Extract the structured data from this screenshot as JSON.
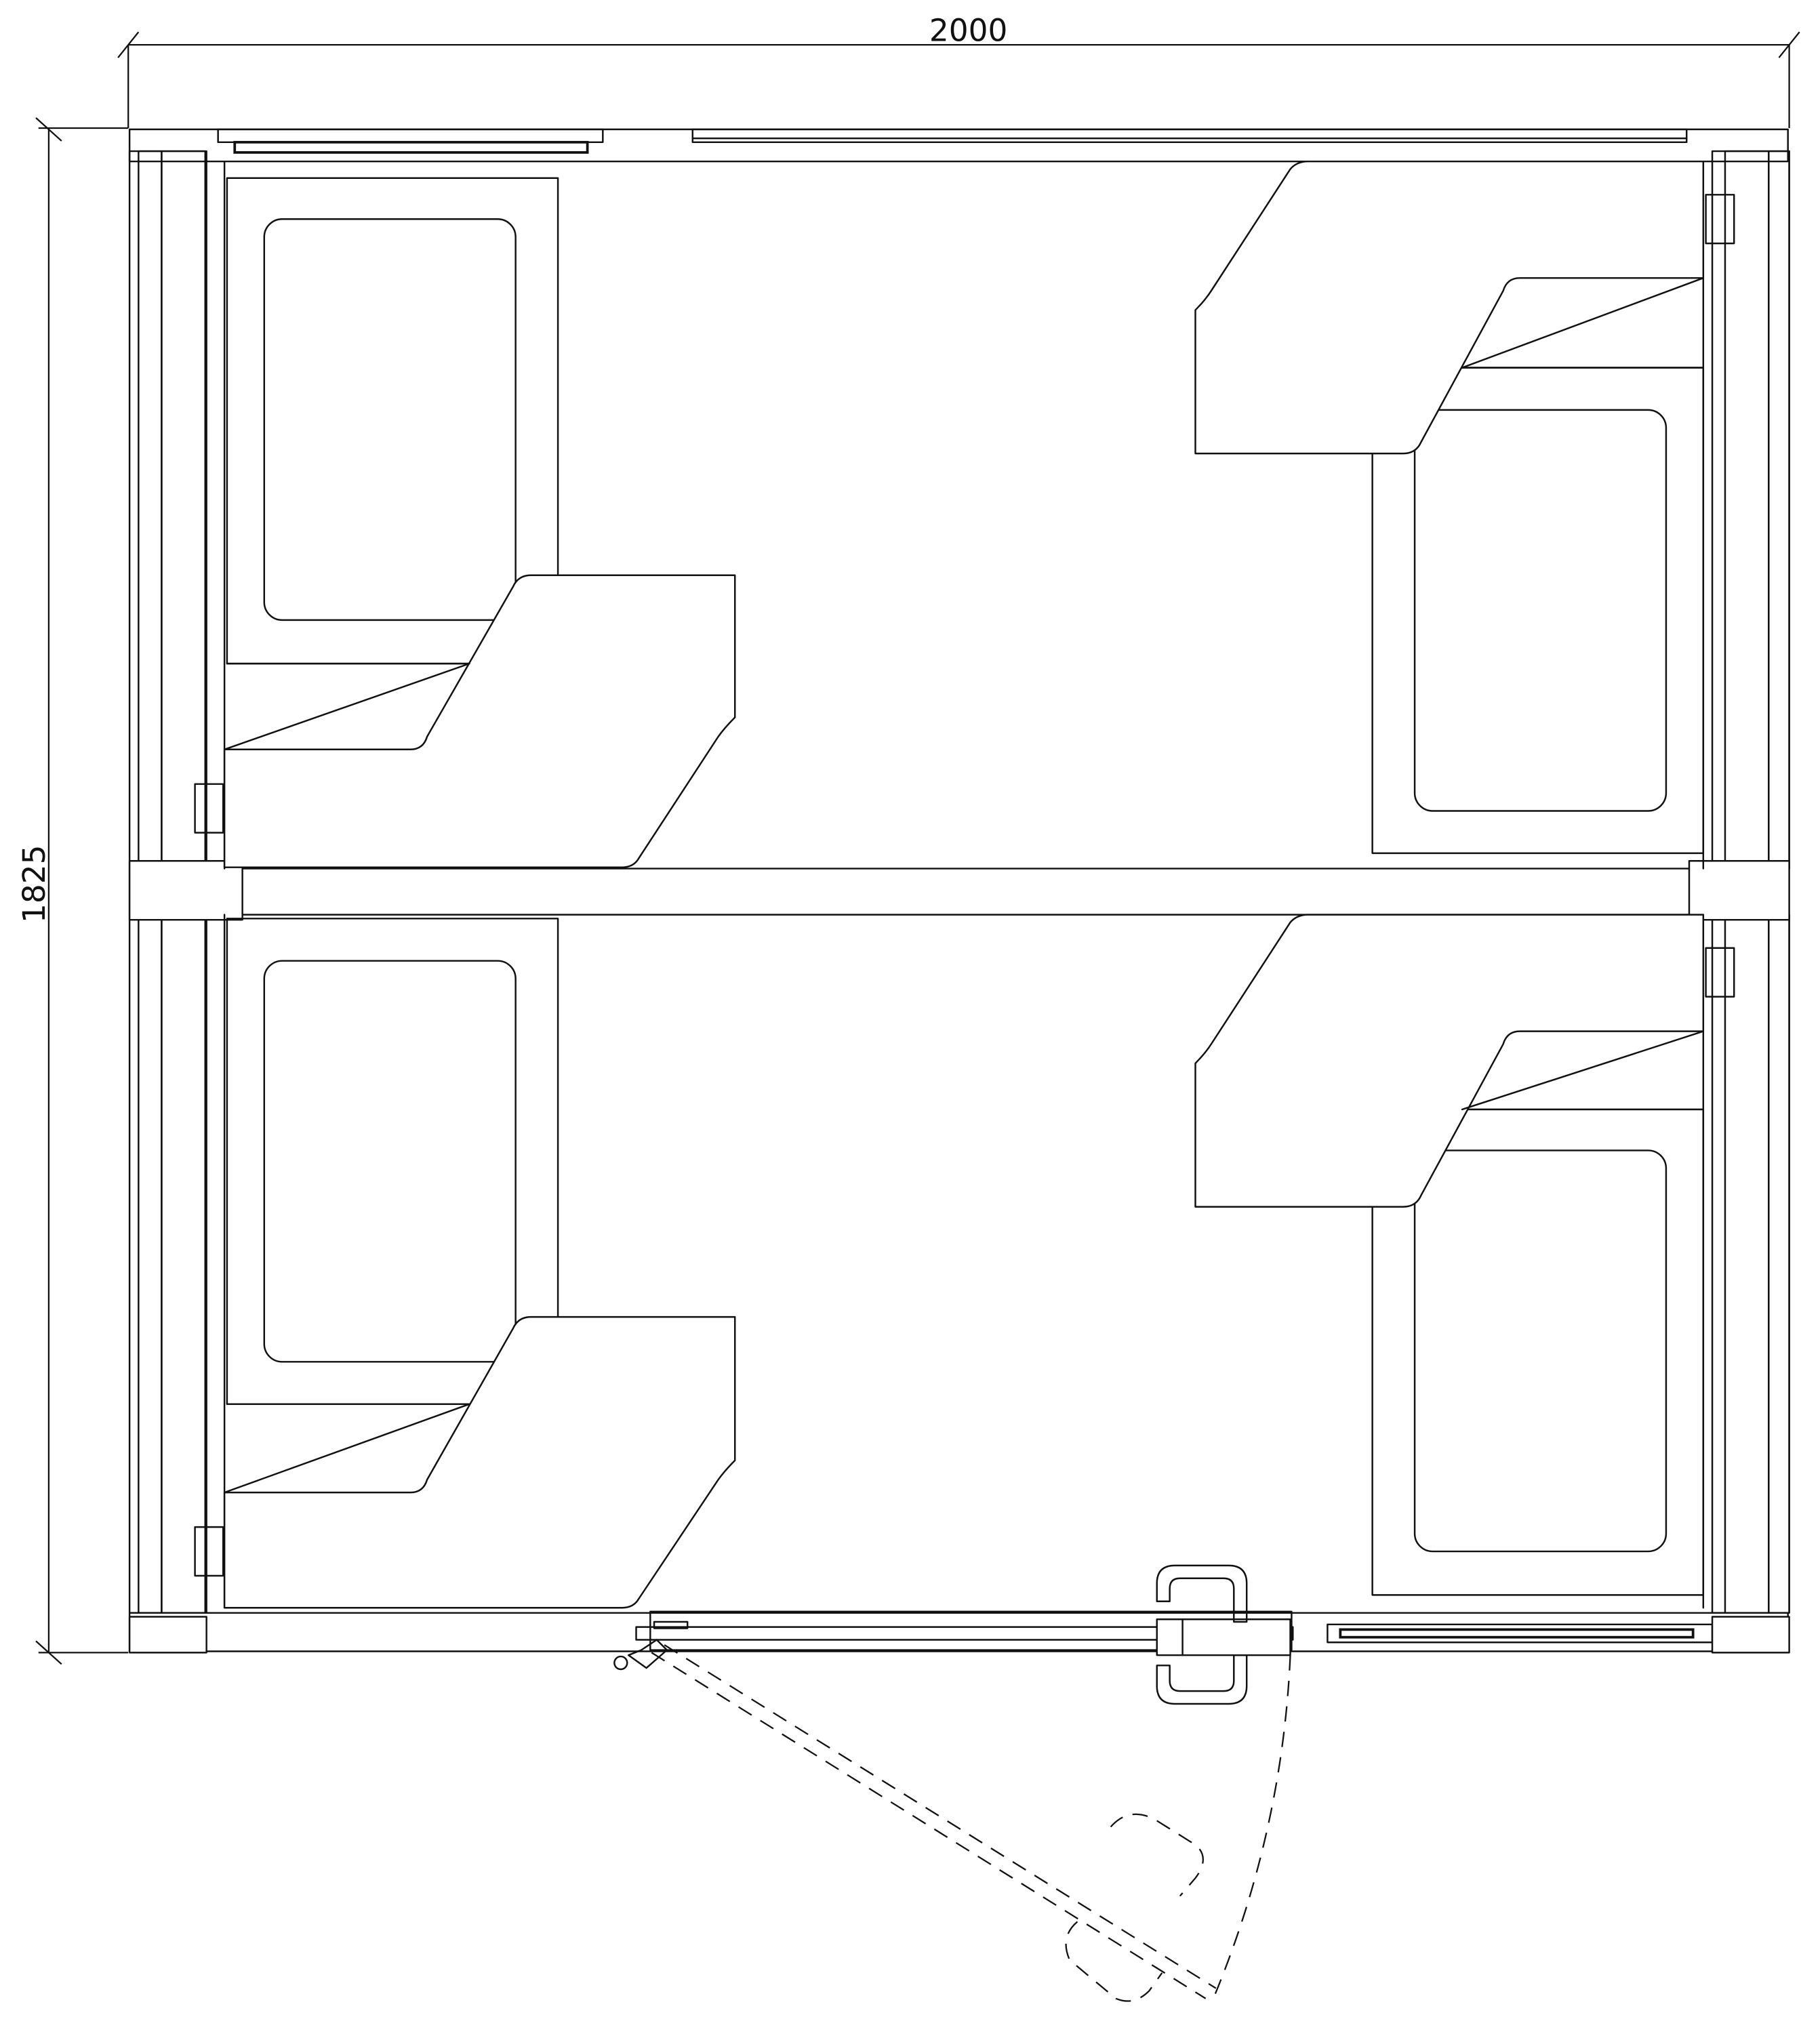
{
  "drawing": {
    "type": "floor-plan",
    "subject": "double-level cabin enclosure with seats and hinged door",
    "dimensions": {
      "width_label": "2000",
      "height_label": "1825"
    },
    "compartments": [
      {
        "name": "upper-compartment",
        "seats": [
          "seat-left-upper",
          "seat-right-upper"
        ]
      },
      {
        "name": "lower-compartment",
        "seats": [
          "seat-left-lower",
          "seat-right-lower"
        ]
      }
    ],
    "door": {
      "handle": "door-handle",
      "swing": "door-swing-arc",
      "open_position_dashed": true
    },
    "colors": {
      "line": "#111111",
      "background": "#ffffff"
    }
  }
}
